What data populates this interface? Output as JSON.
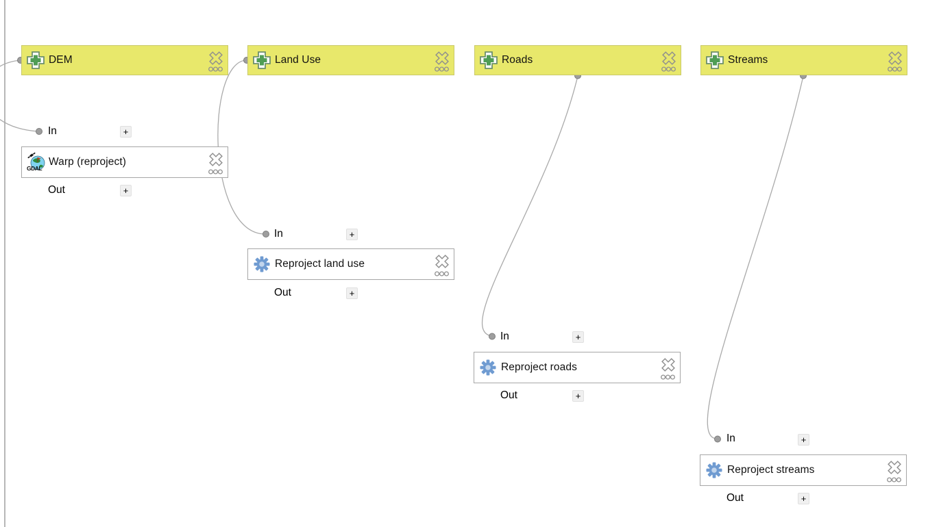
{
  "diagram": {
    "kind": "processing-model-graph",
    "inputs": [
      {
        "label": "DEM",
        "icon": "input-plus-icon"
      },
      {
        "label": "Land Use",
        "icon": "input-plus-icon"
      },
      {
        "label": "Roads",
        "icon": "input-plus-icon"
      },
      {
        "label": "Streams",
        "icon": "input-plus-icon"
      }
    ],
    "algorithms": [
      {
        "label": "Warp (reproject)",
        "icon": "gdal-icon"
      },
      {
        "label": "Reproject land use",
        "icon": "gear-icon"
      },
      {
        "label": "Reproject roads",
        "icon": "gear-icon"
      },
      {
        "label": "Reproject streams",
        "icon": "gear-icon"
      }
    ],
    "connections": [
      {
        "from": "DEM",
        "to": "Warp (reproject)",
        "port": "In"
      },
      {
        "from": "Land Use",
        "to": "Reproject land use",
        "port": "In"
      },
      {
        "from": "Roads",
        "to": "Reproject roads",
        "port": "In"
      },
      {
        "from": "Streams",
        "to": "Reproject streams",
        "port": "In"
      }
    ],
    "ports": {
      "in": "In",
      "out": "Out",
      "add": "+"
    },
    "colors": {
      "input_fill": "#e8e86b",
      "algorithm_fill": "#ffffff",
      "algorithm_border": "#a6a6a6",
      "connector": "#aaaaaa",
      "socket": "#9e9e9e",
      "input_icon_green": "#4f9d55",
      "gear_blue": "#6f9bd1"
    }
  }
}
